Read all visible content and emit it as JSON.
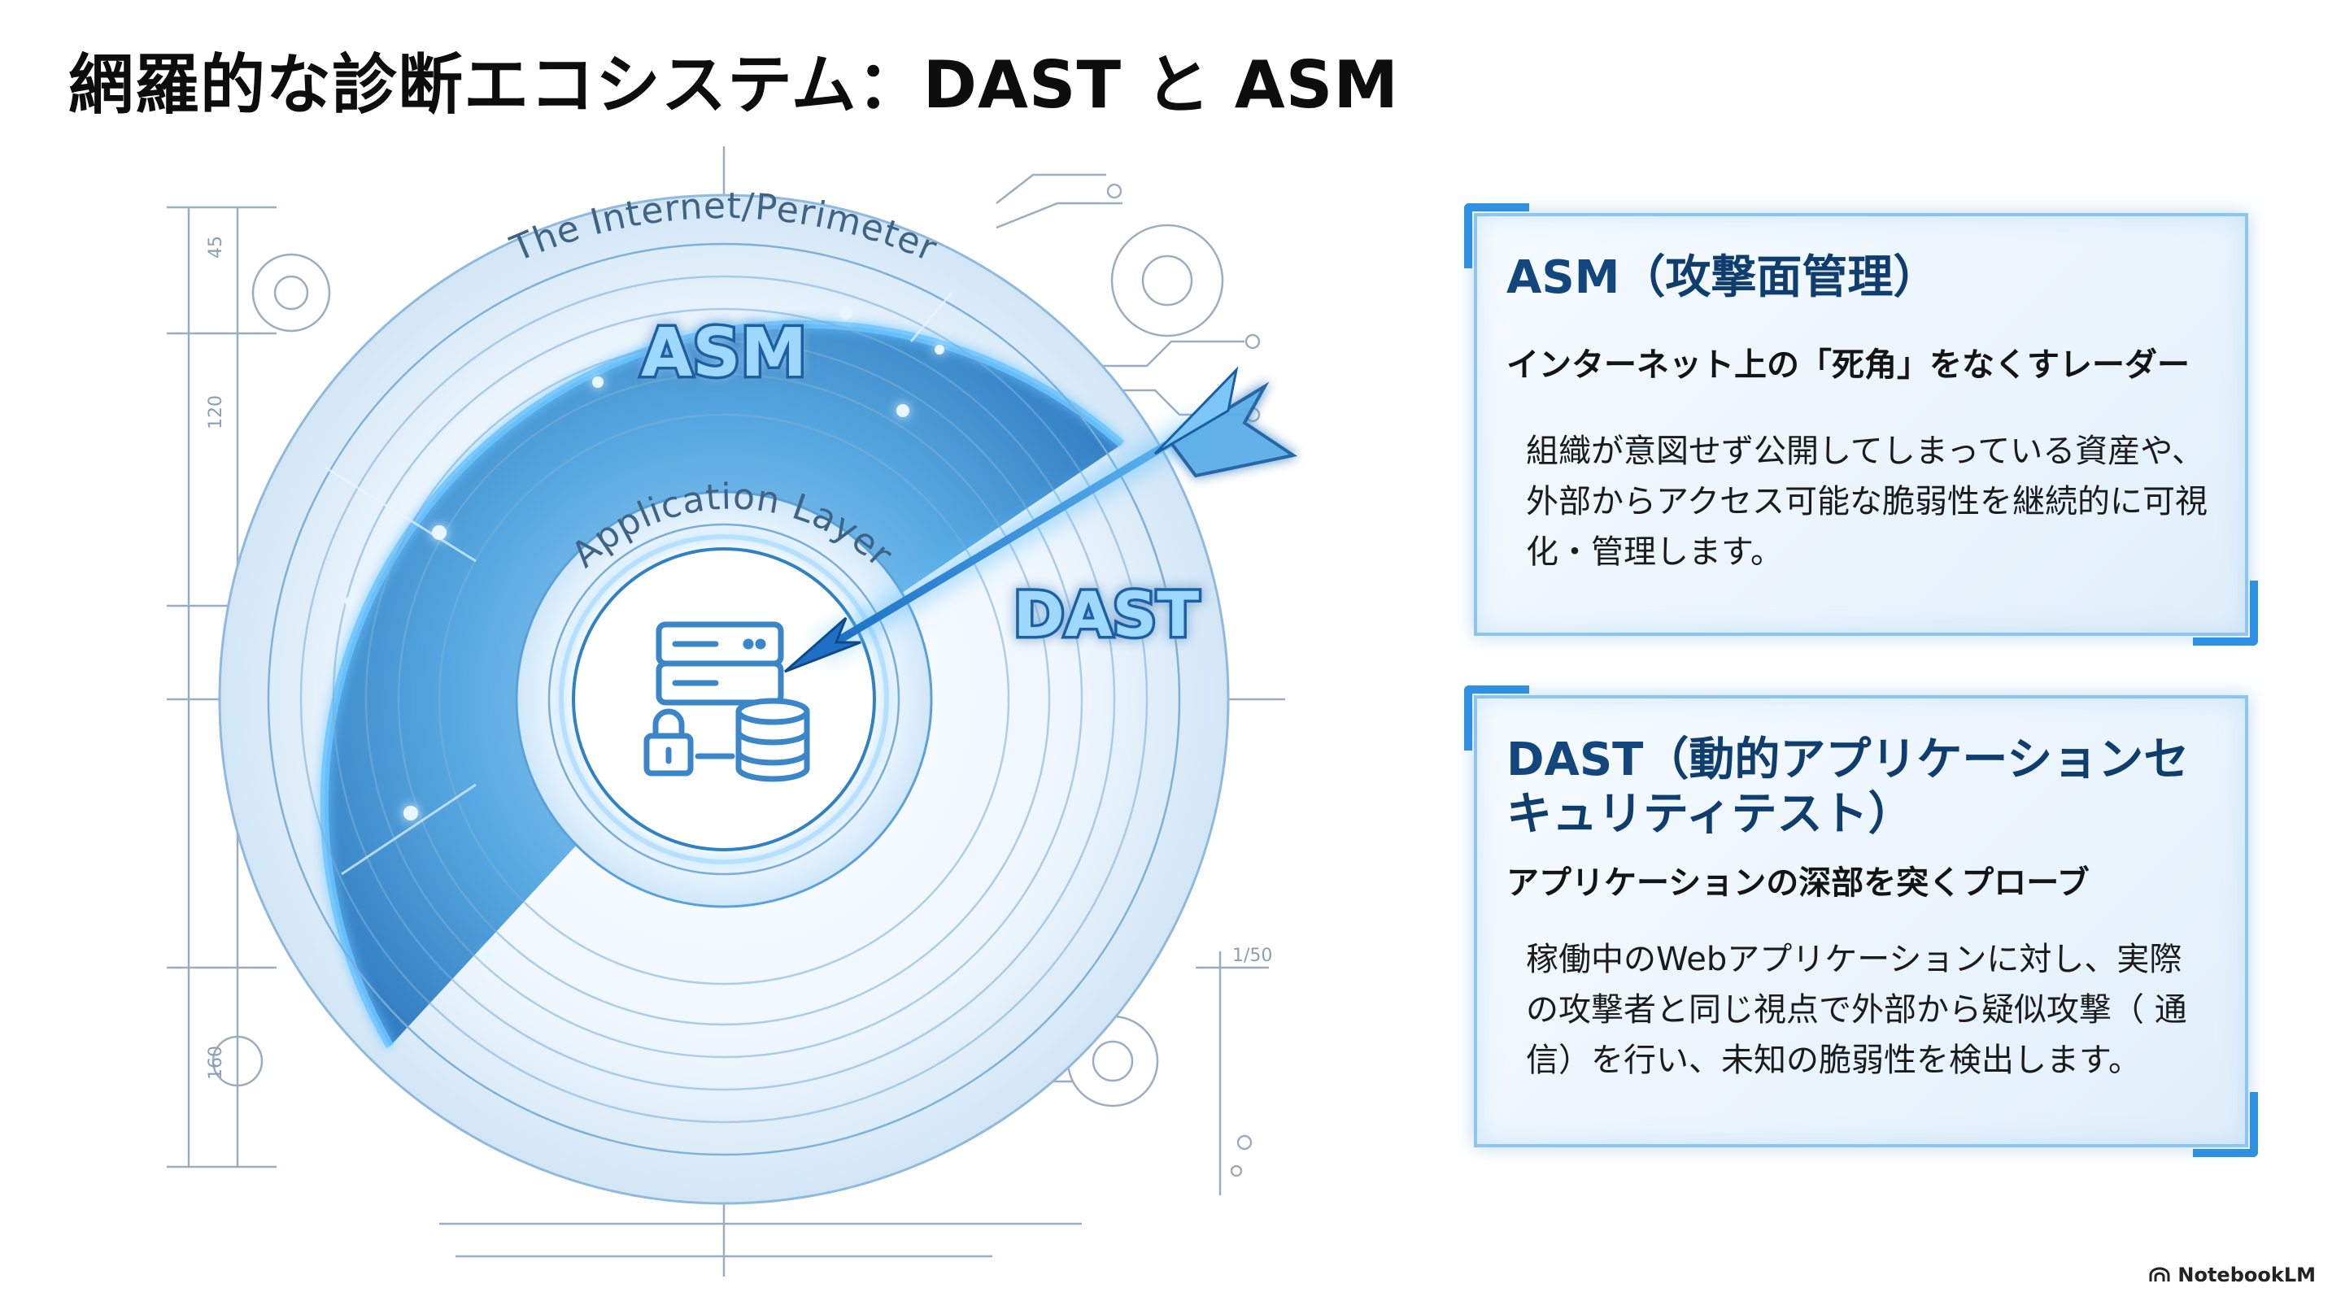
{
  "title": "網羅的な診断エコシステム：DAST と ASM",
  "diagram": {
    "outer_ring_label": "The Internet/Perimeter",
    "asm_label": "ASM",
    "inner_ring_label": "Application Layer",
    "dast_label": "DAST",
    "dim_labels": [
      "45",
      "120",
      "160",
      "1/50"
    ]
  },
  "cards": {
    "asm": {
      "title_en": "ASM",
      "title_ja": "（攻撃面管理）",
      "subtitle": "インターネット上の「死角」をなくすレーダー",
      "body": "組織が意図せず公開してしまっている資産や、外部からアクセス可能な脆弱性を継続的に可視化・管理します。"
    },
    "dast": {
      "title_en": "DAST",
      "title_ja": "（動的アプリケーションセキュリティテスト）",
      "subtitle": "アプリケーションの深部を突くプローブ",
      "body": "稼働中のWebアプリケーションに対し、実際の攻撃者と同じ視点で外部から疑似攻撃（ 通信）を行い、未知の脆弱性を検出します。"
    }
  },
  "branding": "NotebookLM",
  "colors": {
    "accent": "#2f8fe0",
    "asm_zone": "#3a93d6",
    "title_text": "#0f3d6e",
    "label_glow": "#9fd8ff"
  }
}
